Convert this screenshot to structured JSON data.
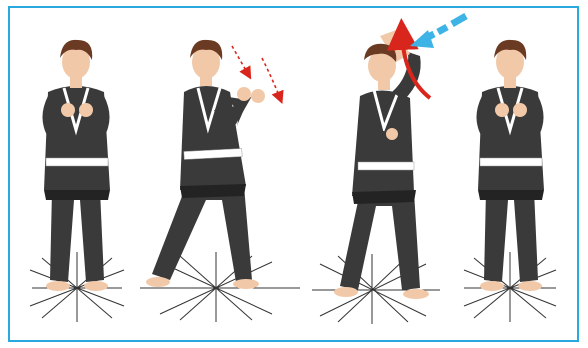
{
  "figure": {
    "panels": [
      {
        "name": "ready-stance"
      },
      {
        "name": "step-and-raise-hands"
      },
      {
        "name": "rising-block-strike"
      },
      {
        "name": "return-to-stance"
      }
    ],
    "colors": {
      "border": "#2aa9de",
      "gi": "#3a3a3a",
      "gi_dark": "#232323",
      "belt": "#ffffff",
      "skin": "#f2c9a8",
      "hair": "#6b3a22",
      "motion_arrow": "#d9261c",
      "force_arrow": "#3db3e6",
      "floor_lines": "#333333"
    },
    "icons": [
      "motion-arrow-icon",
      "force-arrow-icon"
    ]
  }
}
